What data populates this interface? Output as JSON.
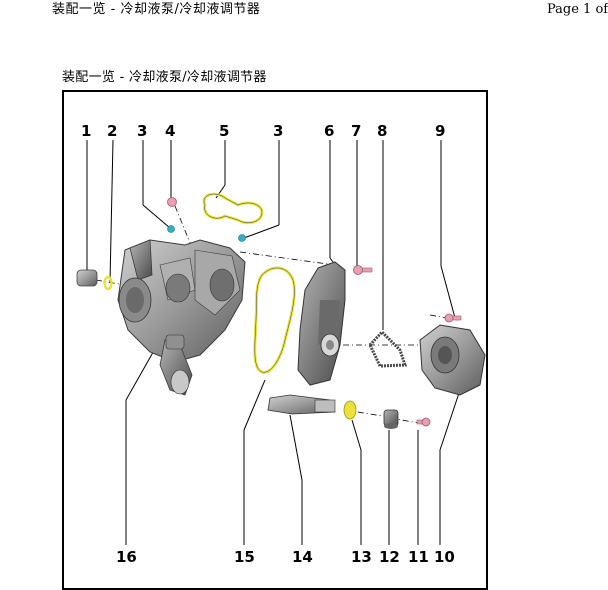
{
  "header": {
    "title": "装配一览 - 冷却液泵/冷却液调节器",
    "page_label": "Page 1 of"
  },
  "figure": {
    "title": "装配一览 - 冷却液泵/冷却液调节器",
    "callouts_top": [
      "1",
      "2",
      "3",
      "4",
      "5",
      "3",
      "6",
      "7",
      "8",
      "9"
    ],
    "callouts_bottom": [
      "16",
      "15",
      "14",
      "13",
      "12",
      "11",
      "10"
    ]
  },
  "colors": {
    "part_gray": "#9a9a9a",
    "part_dark": "#5f5f5f",
    "gasket_yellow": "#e8e23a",
    "screw_pink": "#e7a0b0",
    "clip_teal": "#2fb0c8",
    "line": "#000000"
  }
}
